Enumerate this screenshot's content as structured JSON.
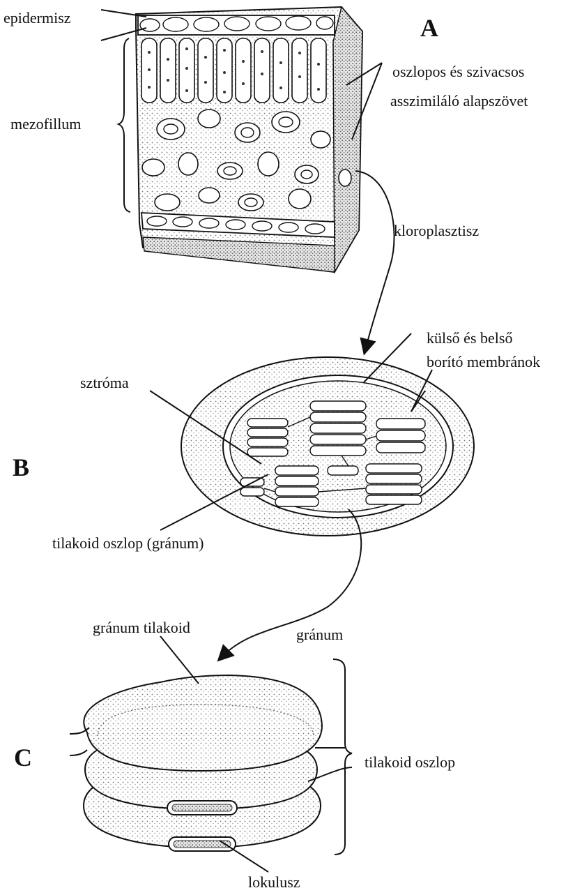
{
  "panels": {
    "a": {
      "letter": "A",
      "labels": {
        "epidermis": "epidermisz",
        "mesophyll": "mezofillum",
        "tissue_line1": "oszlopos és szivacsos",
        "tissue_line2": "asszimiláló alapszövet",
        "chloroplast": "kloroplasztisz"
      }
    },
    "b": {
      "letter": "B",
      "labels": {
        "membranes_line1": "külső és belső",
        "membranes_line2": "borító membránok",
        "stroma": "sztróma",
        "thylakoid_stack": "tilakoid oszlop (gránum)"
      }
    },
    "c": {
      "letter": "C",
      "labels": {
        "granum": "gránum",
        "granum_thylakoid": "gránum tilakoid",
        "thylakoid_stack": "tilakoid oszlop",
        "lumen": "lokulusz"
      }
    }
  },
  "colors": {
    "ink": "#111111",
    "stipple": "#9a9a9a",
    "paper": "#ffffff"
  }
}
